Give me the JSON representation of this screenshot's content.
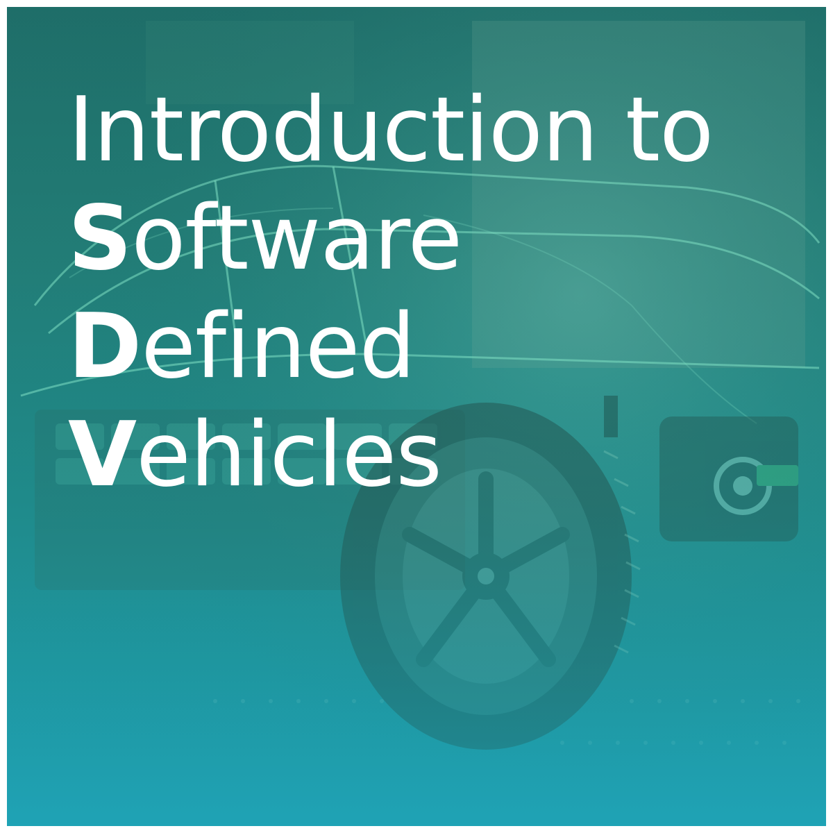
{
  "title": {
    "line1": "Introduction to",
    "line2_initial": "S",
    "line2_rest": "oftware",
    "line3_initial": "D",
    "line3_rest": "efined",
    "line4_initial": "V",
    "line4_rest": "ehicles"
  },
  "background": {
    "subject": "car-chassis-wireframe-illustration",
    "gradient_top": "#1f6f6a",
    "gradient_bottom": "#1ea0b2"
  }
}
